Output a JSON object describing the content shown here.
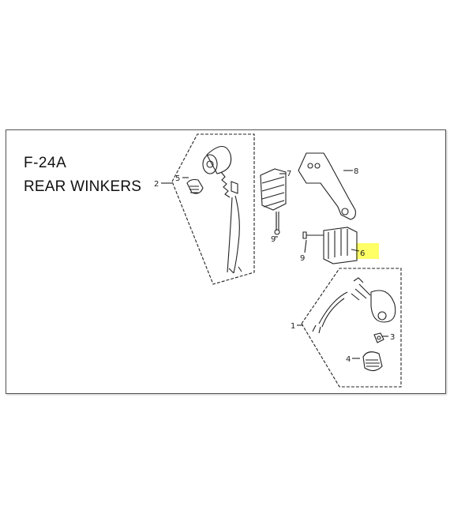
{
  "title": {
    "code": "F-24A",
    "name": "REAR WINKERS"
  },
  "highlight_color": "#ffff66",
  "parts": [
    {
      "label": "1"
    },
    {
      "label": "2"
    },
    {
      "label": "3"
    },
    {
      "label": "4"
    },
    {
      "label": "5"
    },
    {
      "label": "6"
    },
    {
      "label": "7"
    },
    {
      "label": "8"
    },
    {
      "label": "9"
    },
    {
      "label": "9"
    }
  ]
}
